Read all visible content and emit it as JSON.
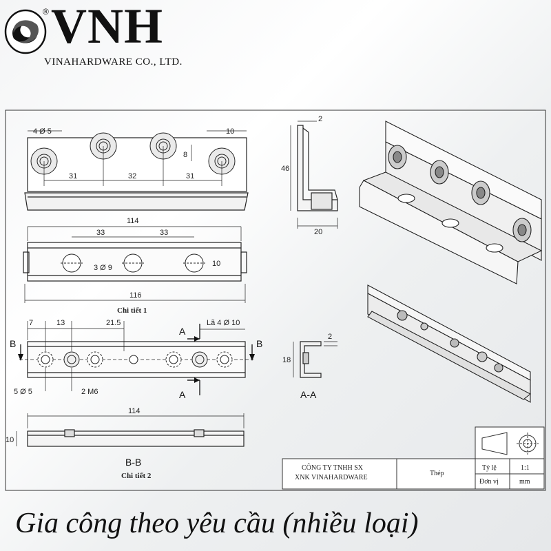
{
  "brand": {
    "name": "VNH",
    "registered_mark": "®",
    "company": "VINAHARDWARE CO., LTD."
  },
  "drawing": {
    "part1": {
      "top_dims": [
        "4 Ø 5",
        "10",
        "8",
        "31",
        "32",
        "31"
      ],
      "mid_dims": [
        "114",
        "33",
        "33",
        "3 Ø 9",
        "10"
      ],
      "bottom_dim": "116",
      "caption": "Chi tiết 1",
      "side_dims": [
        "2",
        "46",
        "20"
      ]
    },
    "part2": {
      "top_dims": [
        "7",
        "13",
        "21.5",
        "Lã 4 Ø 10"
      ],
      "bottom_dims": [
        "5 Ø 5",
        "2 M6"
      ],
      "section_marks": [
        "A",
        "A",
        "B",
        "B"
      ],
      "length_dim": "114",
      "height_dim": "10",
      "section_bb": "B-B",
      "caption": "Chi tiết 2",
      "aa_dims": [
        "2",
        "18"
      ],
      "section_aa": "A-A"
    }
  },
  "title_block": {
    "company_line1": "CÔNG TY TNHH SX",
    "company_line2": "XNK VINAHARDWARE",
    "material": "Thép",
    "scale_label": "Tỷ lệ",
    "scale_value": "1:1",
    "unit_label": "Đơn vị",
    "unit_value": "mm"
  },
  "caption": "Gia công theo yêu cầu (nhiều loại)",
  "icons": [
    "vnh-logo-icon",
    "projection-symbol-icon"
  ]
}
